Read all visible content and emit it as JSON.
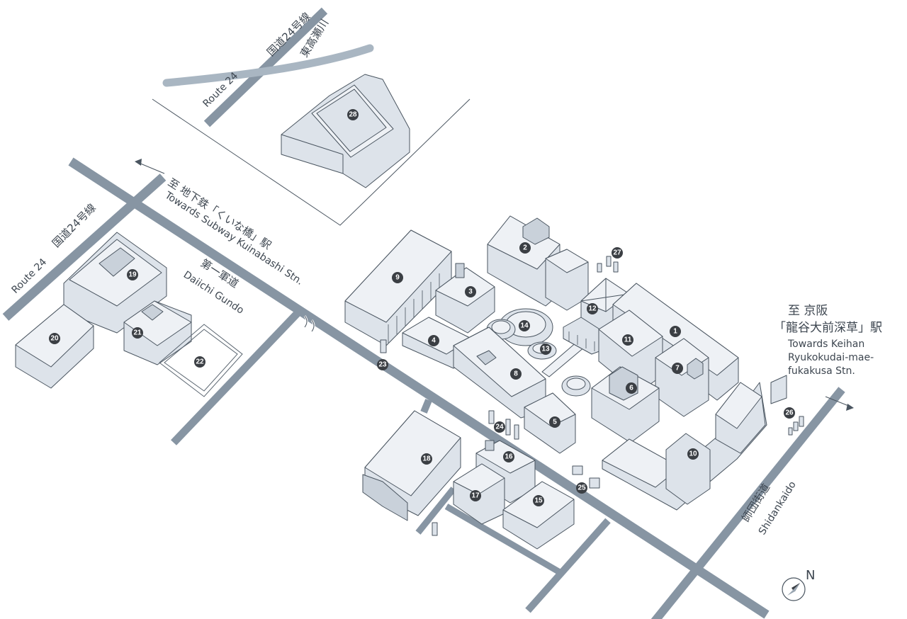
{
  "road_labels": {
    "route24_jp_top": "国道24号線",
    "route24_en_top": "Route 24",
    "higashitakase_jp": "東高瀬川",
    "route24_jp_left": "国道24号線",
    "route24_en_left": "Route 24",
    "subway_jp": "至 地下鉄「くいな橋」駅",
    "subway_en": "Towards Subway Kuinabashi Stn.",
    "daiichi_jp": "第一軍道",
    "daiichi_en": "Daiichi Gundo",
    "keihan_jp1": "至 京阪",
    "keihan_jp2": "「龍谷大前深草」駅",
    "keihan_en1": "Towards Keihan",
    "keihan_en2": "Ryukokudai-mae-",
    "keihan_en3": "fukakusa Stn.",
    "shidan_jp": "師団街道",
    "shidan_en": "Shidankaido"
  },
  "compass": {
    "label": "N"
  },
  "markers": [
    "1",
    "2",
    "3",
    "4",
    "5",
    "6",
    "7",
    "8",
    "9",
    "10",
    "11",
    "12",
    "13",
    "14",
    "15",
    "16",
    "17",
    "18",
    "19",
    "20",
    "21",
    "22",
    "23",
    "24",
    "25",
    "26",
    "27",
    "28"
  ]
}
